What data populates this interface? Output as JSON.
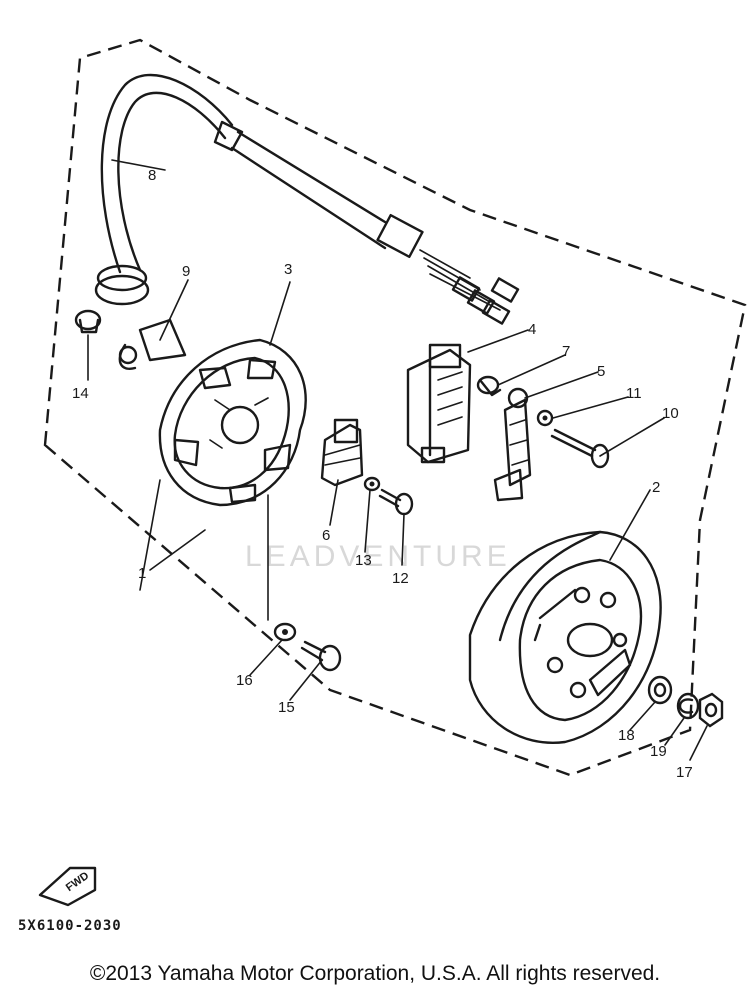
{
  "watermark": "LEADVENTURE",
  "callouts": [
    {
      "id": "1",
      "label": "1"
    },
    {
      "id": "2",
      "label": "2"
    },
    {
      "id": "3",
      "label": "3"
    },
    {
      "id": "4",
      "label": "4"
    },
    {
      "id": "5",
      "label": "5"
    },
    {
      "id": "6",
      "label": "6"
    },
    {
      "id": "7",
      "label": "7"
    },
    {
      "id": "8",
      "label": "8"
    },
    {
      "id": "9",
      "label": "9"
    },
    {
      "id": "10",
      "label": "10"
    },
    {
      "id": "11",
      "label": "11"
    },
    {
      "id": "12",
      "label": "12"
    },
    {
      "id": "13",
      "label": "13"
    },
    {
      "id": "14",
      "label": "14"
    },
    {
      "id": "15",
      "label": "15"
    },
    {
      "id": "16",
      "label": "16"
    },
    {
      "id": "17",
      "label": "17"
    },
    {
      "id": "18",
      "label": "18"
    },
    {
      "id": "19",
      "label": "19"
    }
  ],
  "fwd_marker": "FWD",
  "part_code": "5X6100-2030",
  "copyright": "©2013 Yamaha Motor Corporation, U.S.A. All rights reserved."
}
